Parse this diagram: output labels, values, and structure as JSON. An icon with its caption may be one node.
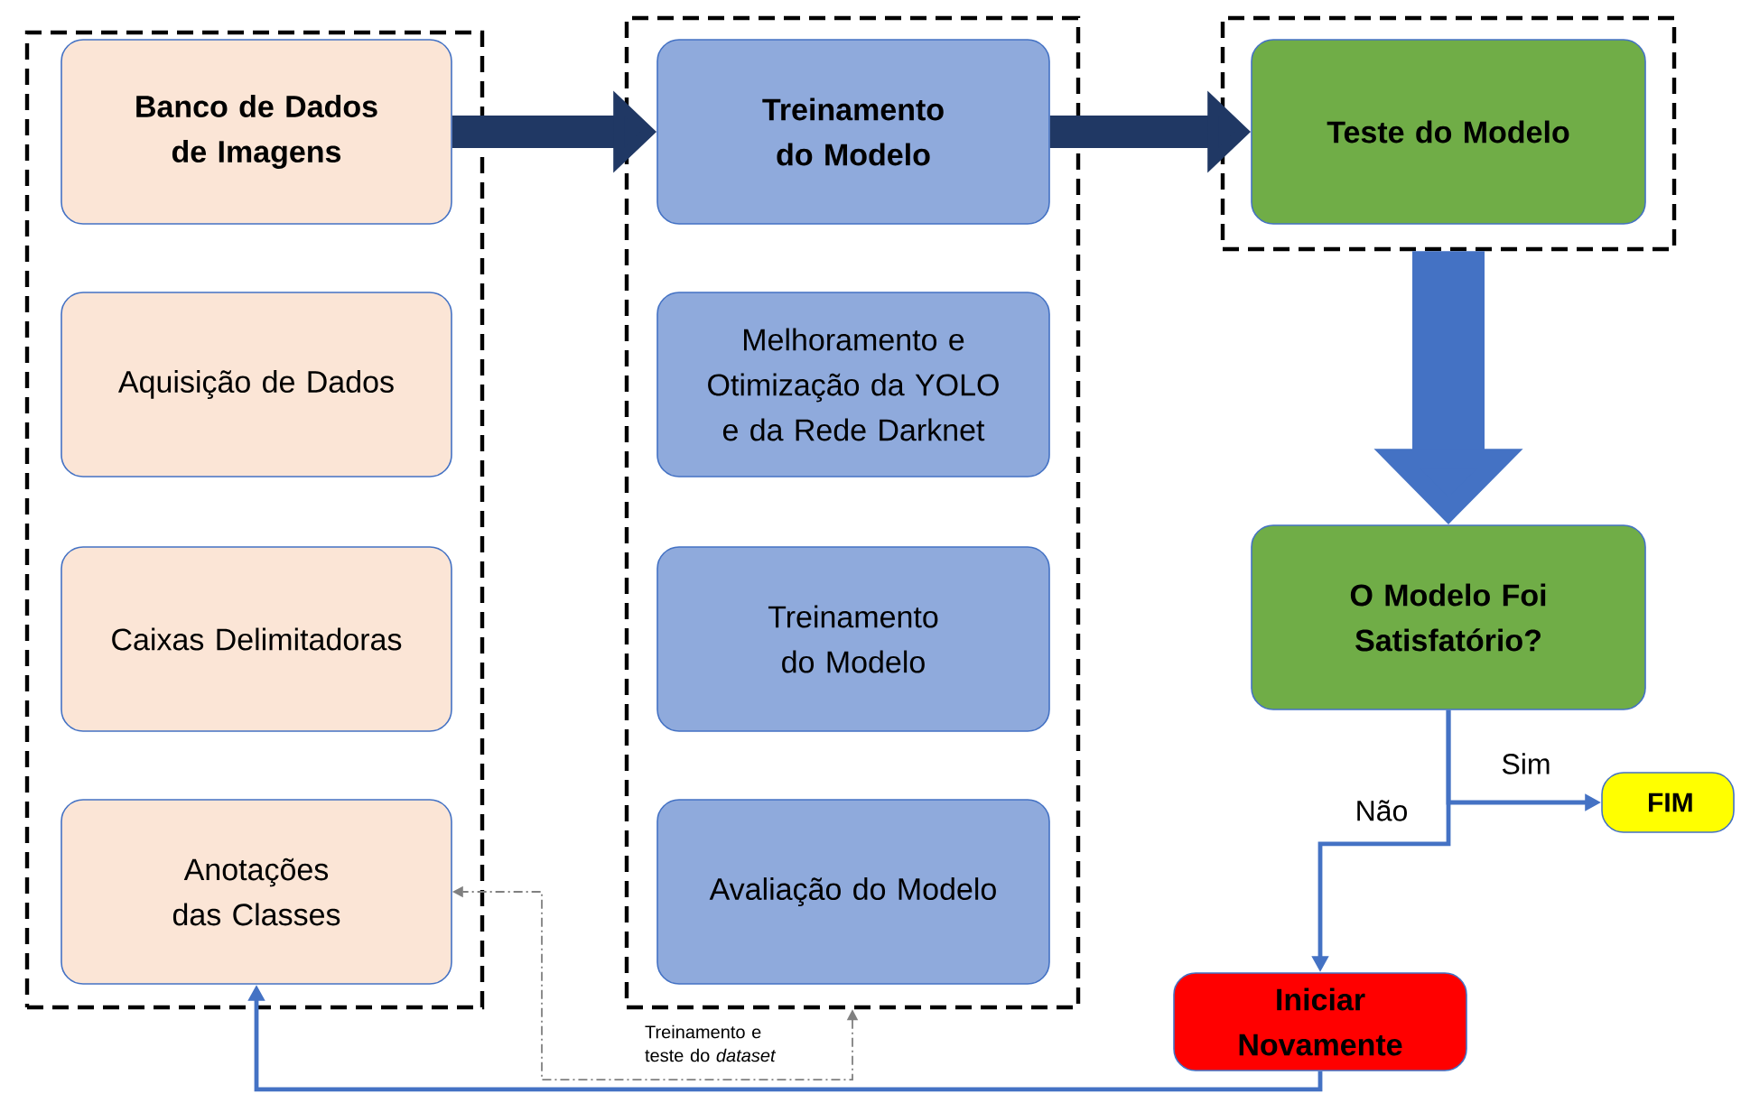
{
  "diagram": {
    "nodes": [
      {
        "text": [],
        "shape": "box"
      },
      {
        "text": [
          "Banco de Dados de Imagens"
        ],
        "in": 0
      },
      {
        "text": [
          "Aquisição de Dados"
        ],
        "in": 0
      },
      {
        "text": [
          "Caixas Delimitadoras"
        ],
        "in": 0
      },
      {
        "text": [
          "Anotações das Classes"
        ],
        "in": 0
      },
      {
        "text": [],
        "shape": "box"
      },
      {
        "text": [
          "Treinamento do Modelo"
        ],
        "in": 5
      },
      {
        "text": [
          "Melhoramento e Otimização da YOLO e da Rede Darknet"
        ],
        "in": 5
      },
      {
        "text": [
          "Treinamento do Modelo"
        ],
        "in": 5
      },
      {
        "text": [
          "Avaliação do Modelo"
        ],
        "in": 5
      },
      {
        "text": [],
        "shape": "box"
      },
      {
        "text": [
          "Teste do Modelo"
        ],
        "in": 10
      },
      {
        "text": [
          "O Modelo Foi Satisfatório?"
        ]
      },
      {
        "text": [
          "FIM"
        ]
      },
      {
        "text": [
          "Iniciar Novamente"
        ]
      }
    ],
    "edges": [
      {
        "from": 1,
        "to": 6,
        "arrow": "to",
        "style": "thick",
        "color": "#203864"
      },
      {
        "from": 6,
        "to": 11,
        "arrow": "to",
        "style": "thick",
        "color": "#203864"
      },
      {
        "from": 10,
        "to": 12,
        "arrow": "to",
        "style": "thick"
      },
      {
        "from": 12,
        "to": 13,
        "arrow": "to",
        "label": "Sim"
      },
      {
        "from": 12,
        "to": 14,
        "arrow": "to",
        "label": "Não"
      },
      {
        "from": 14,
        "to": 4,
        "arrow": "to"
      },
      {
        "from": 5,
        "to": 4,
        "arrow": "both",
        "style": "dashed",
        "color": "#808080",
        "label": "Treinamento e teste do *dataset*"
      }
    ]
  }
}
